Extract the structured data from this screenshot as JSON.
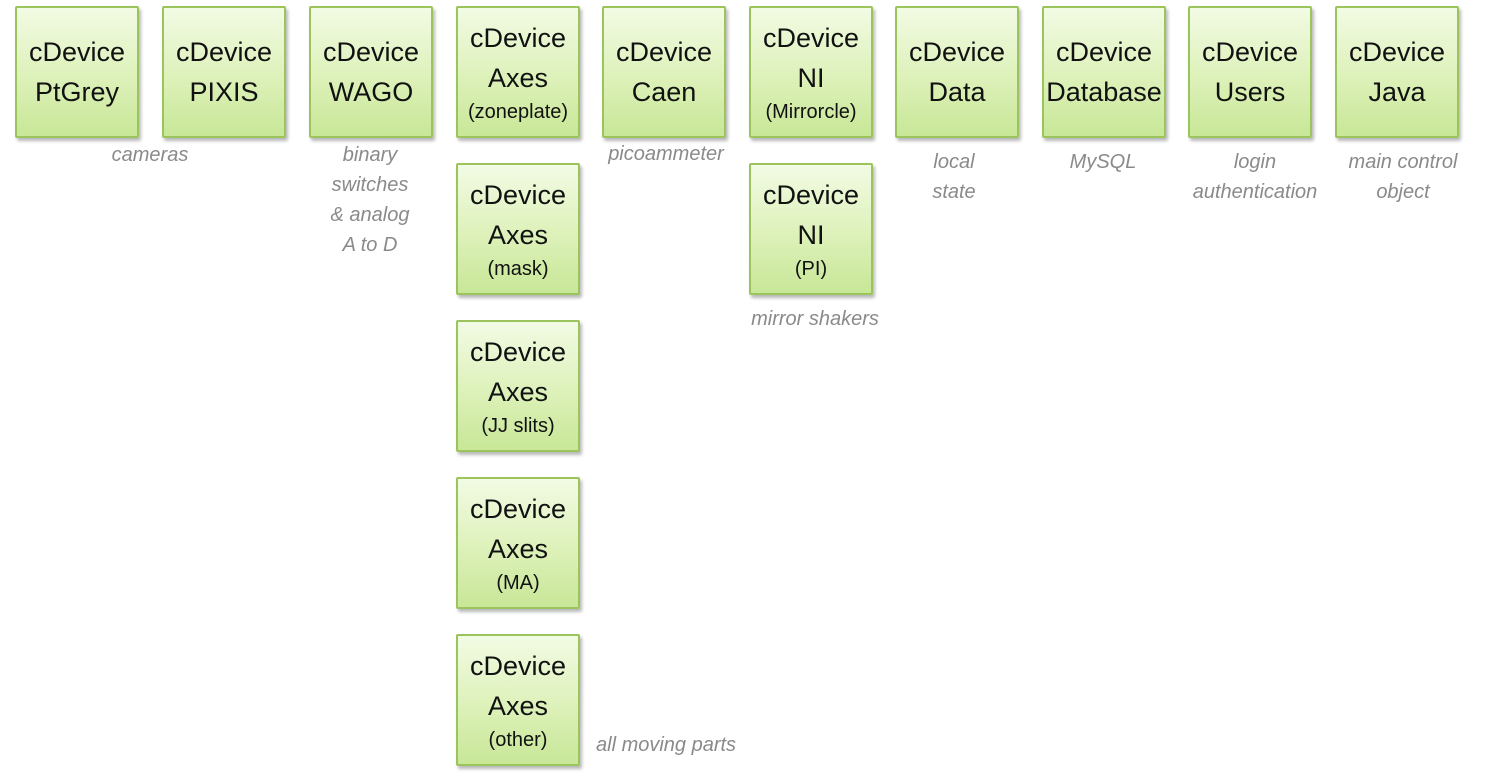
{
  "boxes": [
    {
      "id": "ptgrey",
      "line1": "cDevice",
      "line2": "PtGrey",
      "sub": ""
    },
    {
      "id": "pixis",
      "line1": "cDevice",
      "line2": "PIXIS",
      "sub": ""
    },
    {
      "id": "wago",
      "line1": "cDevice",
      "line2": "WAGO",
      "sub": ""
    },
    {
      "id": "axes-zoneplate",
      "line1": "cDevice",
      "line2": "Axes",
      "sub": "(zoneplate)"
    },
    {
      "id": "caen",
      "line1": "cDevice",
      "line2": "Caen",
      "sub": ""
    },
    {
      "id": "ni-mirrorcle",
      "line1": "cDevice",
      "line2": "NI",
      "sub": "(Mirrorcle)"
    },
    {
      "id": "data",
      "line1": "cDevice",
      "line2": "Data",
      "sub": ""
    },
    {
      "id": "database",
      "line1": "cDevice",
      "line2": "Database",
      "sub": ""
    },
    {
      "id": "users",
      "line1": "cDevice",
      "line2": "Users",
      "sub": ""
    },
    {
      "id": "java",
      "line1": "cDevice",
      "line2": "Java",
      "sub": ""
    },
    {
      "id": "axes-mask",
      "line1": "cDevice",
      "line2": "Axes",
      "sub": "(mask)"
    },
    {
      "id": "ni-pi",
      "line1": "cDevice",
      "line2": "NI",
      "sub": "(PI)"
    },
    {
      "id": "axes-jj-slits",
      "line1": "cDevice",
      "line2": "Axes",
      "sub": "(JJ slits)"
    },
    {
      "id": "axes-ma",
      "line1": "cDevice",
      "line2": "Axes",
      "sub": "(MA)"
    },
    {
      "id": "axes-other",
      "line1": "cDevice",
      "line2": "Axes",
      "sub": "(other)"
    }
  ],
  "notes": {
    "cameras": [
      "cameras"
    ],
    "wago": [
      "binary",
      "switches",
      "& analog",
      "A to D"
    ],
    "caen": [
      "picoammeter"
    ],
    "data": [
      "local",
      "state"
    ],
    "database": [
      "MySQL"
    ],
    "users": [
      "login",
      "authentication"
    ],
    "java": [
      "main control",
      "object"
    ],
    "mirror": [
      "mirror shakers"
    ],
    "axes": [
      "all moving parts"
    ]
  }
}
